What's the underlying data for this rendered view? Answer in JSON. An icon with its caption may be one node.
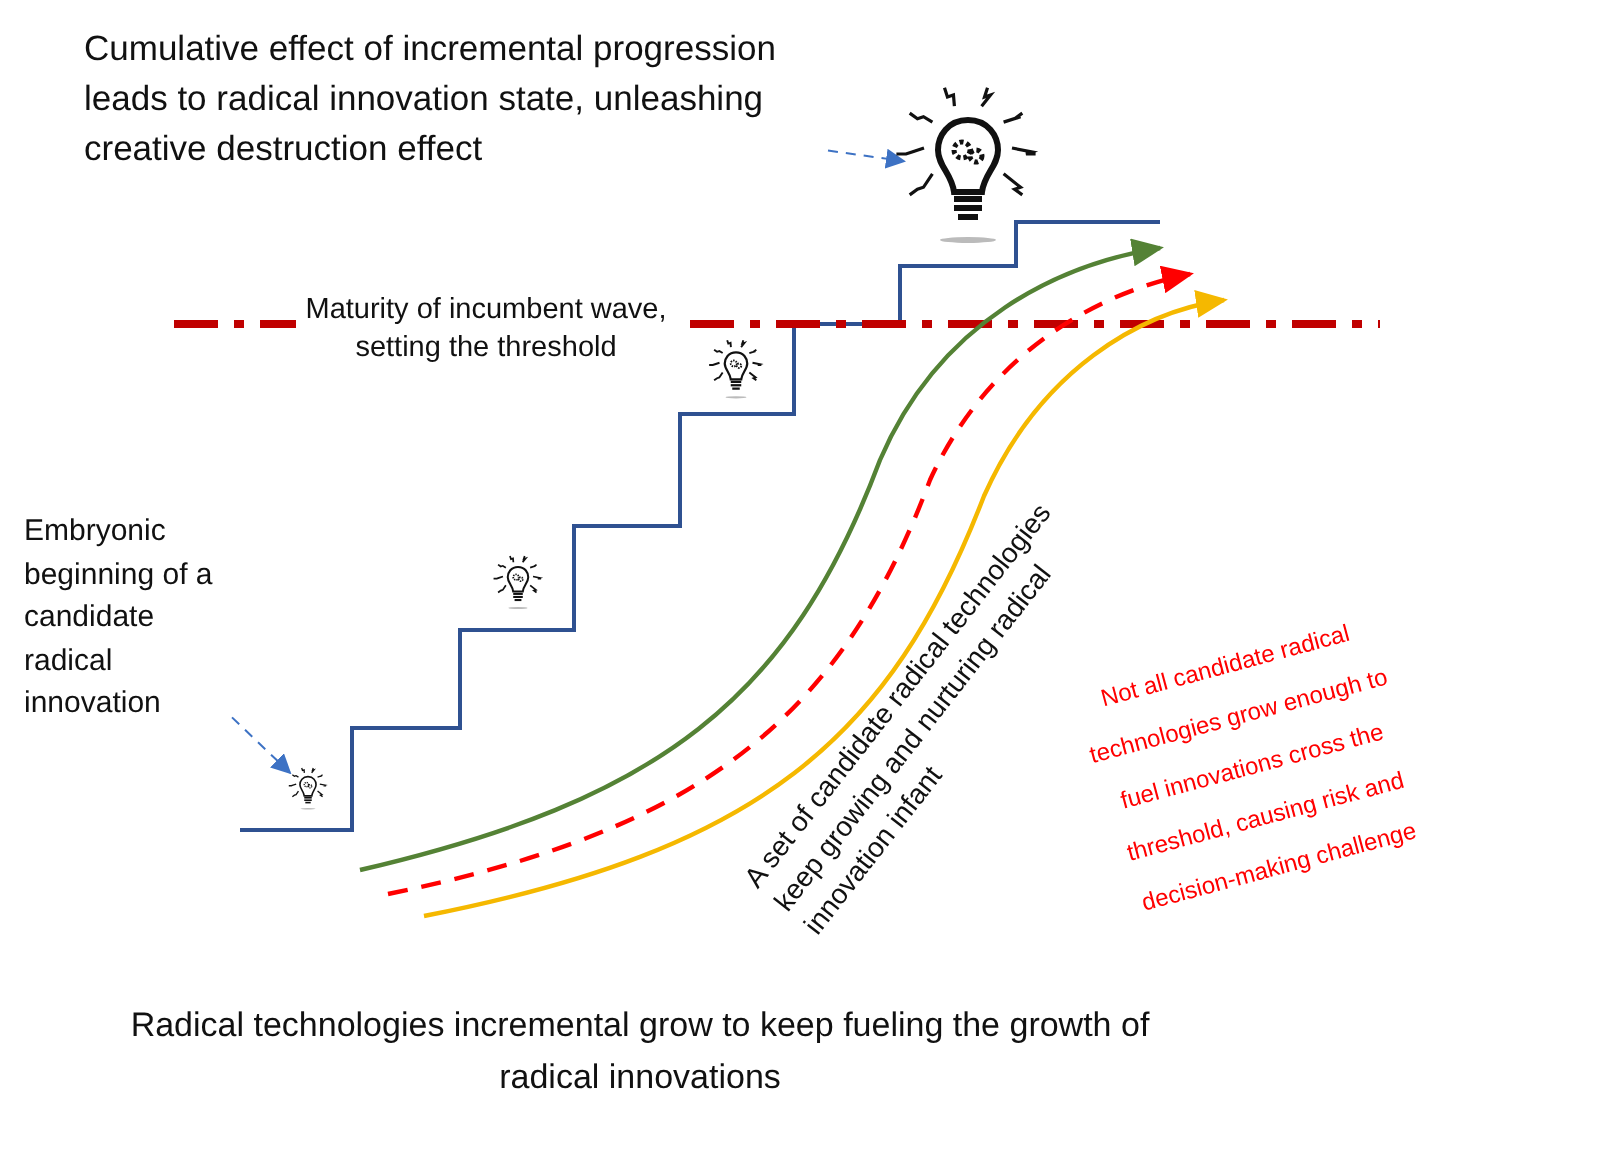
{
  "diagram": {
    "caption": "Radical technologies incremental grow to keep fueling the growth of radical innovations",
    "nodes": [
      {
        "text": [
          "Cumulative effect of incremental progression leads to radical innovation state, unleashing creative destruction effect"
        ]
      },
      {
        "text": [],
        "shape": "picture"
      },
      {
        "text": [
          "Embryonic beginning of a candidate radical innovation"
        ]
      },
      {
        "text": [],
        "shape": "picture"
      }
    ],
    "edges": [
      {
        "from": 0,
        "to": 1,
        "arrow": "to",
        "style": "dashed"
      },
      {
        "from": 2,
        "to": 3,
        "arrow": "to",
        "style": "dashed"
      }
    ],
    "labels": [
      "Maturity of incumbent wave, setting the threshold",
      "A set of candidate radical technologies keep growing and nurturing radical innovation infant",
      "Not all candidate radical technologies grow enough to fuel innovations cross the threshold, causing risk and decision-making challenge"
    ]
  }
}
